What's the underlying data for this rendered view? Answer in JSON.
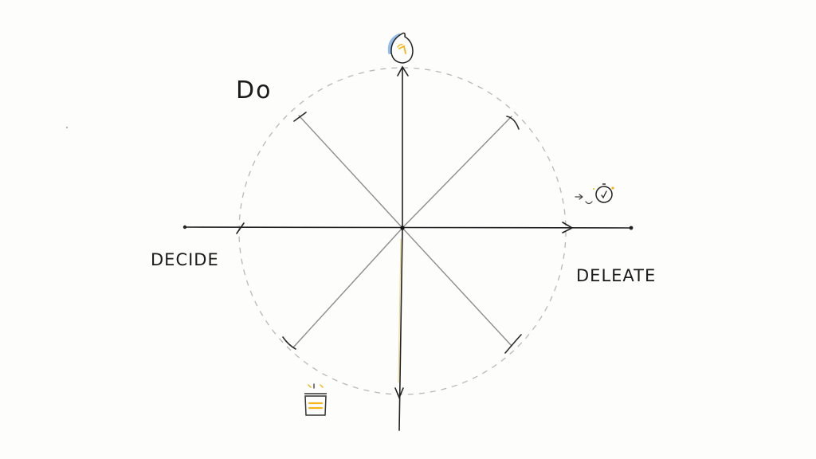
{
  "labels": {
    "do": "Do",
    "decide": "DECIDE",
    "delegate": "DELEATE"
  },
  "icons": {
    "top": "lightbulb-icon",
    "right": "stopwatch-icon",
    "bottom": "trash-can-icon"
  },
  "colors": {
    "ink": "#1a1a1a",
    "pencil": "#8a8a8a",
    "dashed_circle": "#b5b5b5",
    "accent_yellow": "#f2b61a",
    "accent_blue": "#7fb2e8"
  }
}
